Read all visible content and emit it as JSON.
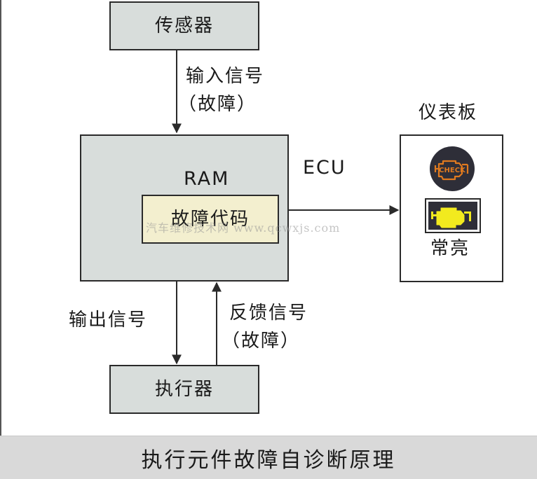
{
  "nodes": {
    "sensor": "传感器",
    "ecu_ram": "RAM",
    "fault_code": "故障代码",
    "ecu": "ECU",
    "actuator": "执行器",
    "dashboard": "仪表板",
    "check_light_text": "CHECK",
    "always_on": "常亮"
  },
  "edges": {
    "input_signal_line1": "输入信号",
    "input_signal_line2": "（故障）",
    "output_signal": "输出信号",
    "feedback_signal_line1": "反馈信号",
    "feedback_signal_line2": "（故障）"
  },
  "caption": "执行元件故障自诊断原理",
  "watermark": "汽车维修技术网 www.qcwxjs.com",
  "colors": {
    "box_gray": "#d8dddb",
    "fault_code_fill": "#f3efcf",
    "check_icon_orange": "#e07a1f",
    "check_icon_bg": "#2e2e38",
    "engine_yellow": "#f2ea1e"
  },
  "icons": [
    "check-engine-icon",
    "engine-warning-icon"
  ]
}
